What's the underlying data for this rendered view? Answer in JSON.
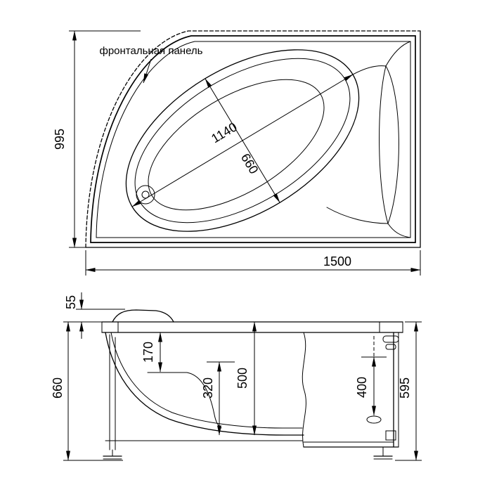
{
  "top_view": {
    "panel_label": "фронтальная панель",
    "dims": {
      "width": "1500",
      "height": "995",
      "basin_length": "1140",
      "basin_width": "660"
    }
  },
  "side_view": {
    "dims": {
      "rim": "55",
      "total_height": "660",
      "rim_to_seat": "170",
      "seat": "320",
      "depth": "500",
      "drain": "400",
      "panel": "595"
    }
  },
  "colors": {
    "line": "#000000",
    "background": "#ffffff"
  }
}
